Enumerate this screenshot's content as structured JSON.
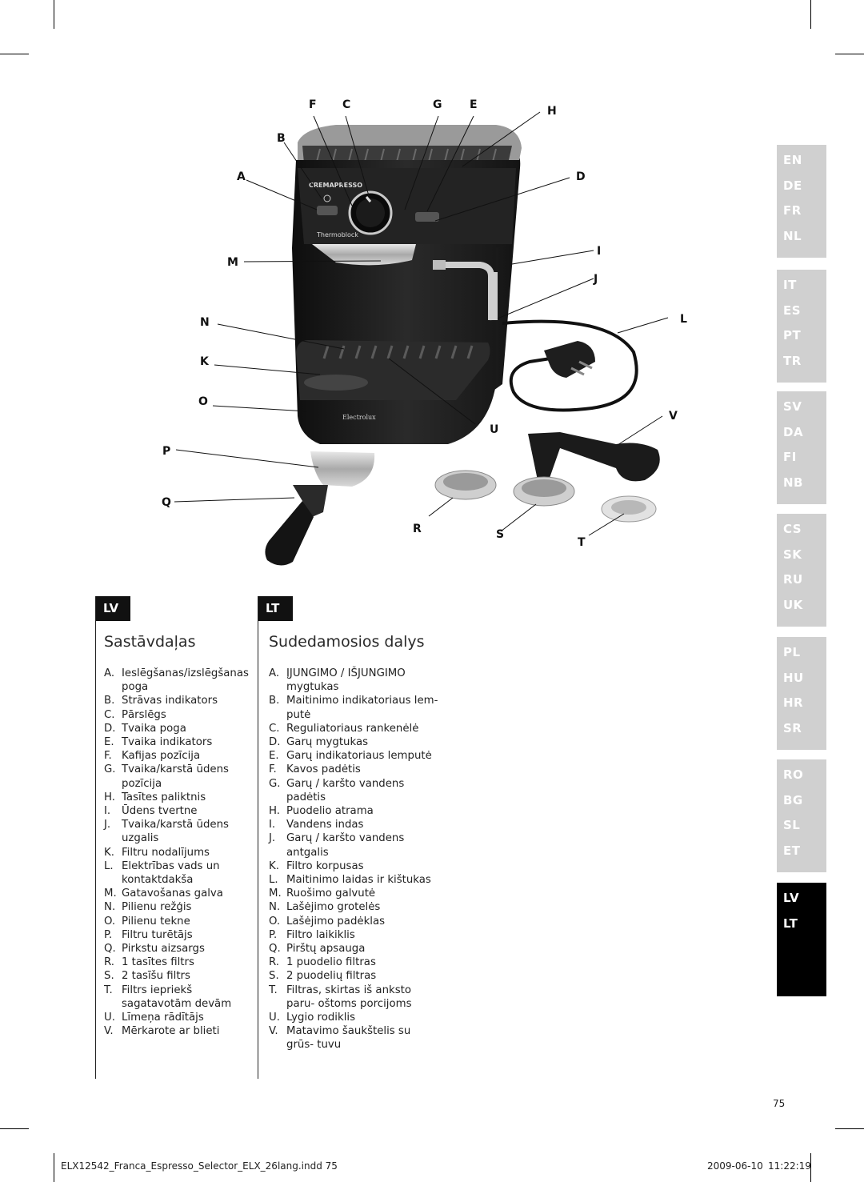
{
  "figure": {
    "callouts": [
      "F",
      "C",
      "G",
      "E",
      "H",
      "B",
      "A",
      "D",
      "M",
      "I",
      "J",
      "N",
      "L",
      "K",
      "O",
      "V",
      "U",
      "P",
      "Q",
      "R",
      "S",
      "T"
    ],
    "product_texts": {
      "brand_model": "CREMAPRESSO",
      "thermoblock": "Thermoblock",
      "logo": "Electrolux"
    }
  },
  "language_tabs": {
    "groups": [
      [
        "EN",
        "DE",
        "FR",
        "NL"
      ],
      [
        "IT",
        "ES",
        "PT",
        "TR"
      ],
      [
        "SV",
        "DA",
        "FI",
        "NB"
      ],
      [
        "CS",
        "SK",
        "RU",
        "UK"
      ],
      [
        "PL",
        "HU",
        "HR",
        "SR"
      ],
      [
        "RO",
        "BG",
        "SL",
        "ET"
      ],
      [
        "LV",
        "LT"
      ]
    ],
    "active_group": 6
  },
  "lv": {
    "badge": "LV",
    "title": "Sastāvdaļas",
    "items": [
      {
        "key": "A.",
        "text": "Ieslēgšanas/izslēgšanas poga"
      },
      {
        "key": "B.",
        "text": "Strāvas indikators"
      },
      {
        "key": "C.",
        "text": "Pārslēgs"
      },
      {
        "key": "D.",
        "text": "Tvaika poga"
      },
      {
        "key": "E.",
        "text": "Tvaika indikators"
      },
      {
        "key": "F.",
        "text": "Kafijas pozīcija"
      },
      {
        "key": "G.",
        "text": "Tvaika/karstā ūdens pozīcija"
      },
      {
        "key": "H.",
        "text": "Tasītes paliktnis"
      },
      {
        "key": "I.",
        "text": "Ūdens tvertne"
      },
      {
        "key": "J.",
        "text": "Tvaika/karstā ūdens uzgalis"
      },
      {
        "key": "K.",
        "text": "Filtru nodalījums"
      },
      {
        "key": "L.",
        "text": "Elektrības vads un kontaktdakša"
      },
      {
        "key": "M.",
        "text": "Gatavošanas galva"
      },
      {
        "key": "N.",
        "text": "Pilienu režģis"
      },
      {
        "key": "O.",
        "text": "Pilienu tekne"
      },
      {
        "key": "P.",
        "text": "Filtru turētājs"
      },
      {
        "key": "Q.",
        "text": "Pirkstu aizsargs"
      },
      {
        "key": "R.",
        "text": "1 tasītes filtrs"
      },
      {
        "key": "S.",
        "text": "2 tasīšu filtrs"
      },
      {
        "key": "T.",
        "text": "Filtrs iepriekš sagatavotām devām"
      },
      {
        "key": "U.",
        "text": "Līmeņa rādītājs"
      },
      {
        "key": "V.",
        "text": "Mērkarote ar blieti"
      }
    ]
  },
  "lt": {
    "badge": "LT",
    "title": "Sudedamosios dalys",
    "items": [
      {
        "key": "A.",
        "text": "ĮJUNGIMO / IŠJUNGIMO mygtukas"
      },
      {
        "key": "B.",
        "text": "Maitinimo indikatoriaus lem- putė"
      },
      {
        "key": "C.",
        "text": "Reguliatoriaus rankenėlė"
      },
      {
        "key": "D.",
        "text": "Garų mygtukas"
      },
      {
        "key": "E.",
        "text": "Garų indikatoriaus lemputė"
      },
      {
        "key": "F.",
        "text": "Kavos padėtis"
      },
      {
        "key": "G.",
        "text": "Garų / karšto vandens padėtis"
      },
      {
        "key": "H.",
        "text": "Puodelio atrama"
      },
      {
        "key": "I.",
        "text": "Vandens indas"
      },
      {
        "key": "J.",
        "text": "Garų / karšto vandens antgalis"
      },
      {
        "key": "K.",
        "text": "Filtro korpusas"
      },
      {
        "key": "L.",
        "text": "Maitinimo laidas ir kištukas"
      },
      {
        "key": "M.",
        "text": "Ruošimo galvutė"
      },
      {
        "key": "N.",
        "text": "Lašėjimo grotelės"
      },
      {
        "key": "O.",
        "text": "Lašėjimo padėklas"
      },
      {
        "key": "P.",
        "text": "Filtro laikiklis"
      },
      {
        "key": "Q.",
        "text": "Pirštų apsauga"
      },
      {
        "key": "R.",
        "text": "1 puodelio filtras"
      },
      {
        "key": "S.",
        "text": "2 puodelių filtras"
      },
      {
        "key": "T.",
        "text": "Filtras, skirtas iš anksto paru- oštoms porcijoms"
      },
      {
        "key": "U.",
        "text": "Lygio rodiklis"
      },
      {
        "key": "V.",
        "text": "Matavimo šaukštelis su grūs- tuvu"
      }
    ]
  },
  "page_number": "75",
  "footer": {
    "file": "ELX12542_Franca_Espresso_Selector_ELX_26lang.indd   75",
    "date": "2009-06-10",
    "time": "11:22:19"
  },
  "colors": {
    "tab_inactive": "#d0d0d0",
    "tab_active": "#000000",
    "machine_body": "#1c1c1c"
  }
}
